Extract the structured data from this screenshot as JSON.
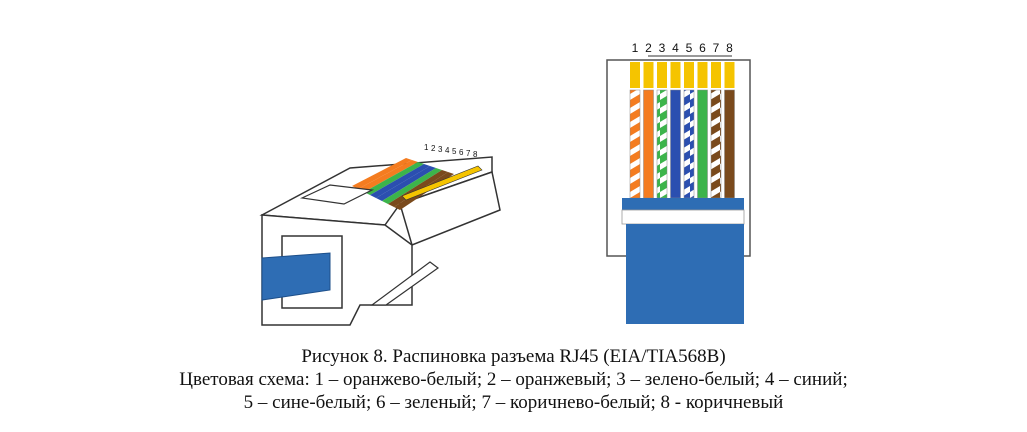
{
  "figure": {
    "caption_line1": "Рисунок 8. Распиновка разъема RJ45 (EIA/TIA568B)",
    "caption_line2": "Цветовая схема: 1 – оранжево-белый; 2 – оранжевый; 3 – зелено-белый; 4 – синий;",
    "caption_line3": "5 – сине-белый; 6 – зеленый; 7 – коричнево-белый; 8 - коричневый"
  },
  "pins": [
    {
      "number": "1",
      "color_name": "orange-white",
      "base": "#ffffff",
      "stripe": "#f47c20"
    },
    {
      "number": "2",
      "color_name": "orange",
      "base": "#f47c20",
      "stripe": null
    },
    {
      "number": "3",
      "color_name": "green-white",
      "base": "#ffffff",
      "stripe": "#3cb44b"
    },
    {
      "number": "4",
      "color_name": "blue",
      "base": "#2b4fb0",
      "stripe": null
    },
    {
      "number": "5",
      "color_name": "blue-white",
      "base": "#ffffff",
      "stripe": "#2b4fb0"
    },
    {
      "number": "6",
      "color_name": "green",
      "base": "#3cb44b",
      "stripe": null
    },
    {
      "number": "7",
      "color_name": "brown-white",
      "base": "#ffffff",
      "stripe": "#7a4a1c"
    },
    {
      "number": "8",
      "color_name": "brown",
      "base": "#7a4a1c",
      "stripe": null
    }
  ],
  "colors": {
    "contacts": "#f5c400",
    "cable": "#2e6db4",
    "outline": "#333333"
  }
}
